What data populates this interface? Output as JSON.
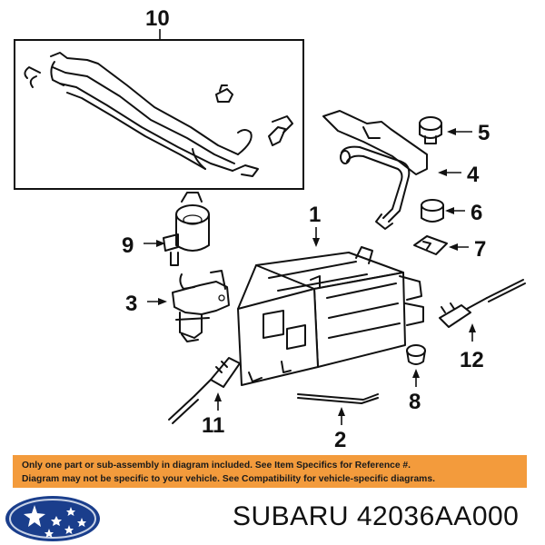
{
  "callouts": {
    "c1": "1",
    "c2": "2",
    "c3": "3",
    "c4": "4",
    "c5": "5",
    "c6": "6",
    "c7": "7",
    "c8": "8",
    "c9": "9",
    "c10": "10",
    "c11": "11",
    "c12": "12"
  },
  "disclaimer": {
    "line1": "Only one part or sub-assembly in diagram included. See Item Specifics for Reference #.",
    "line2": "Diagram may not be specific to your vehicle. See Compatibility for vehicle-specific diagrams."
  },
  "brand": {
    "name": "SUBARU",
    "part_number": "42036AA000"
  },
  "colors": {
    "banner": "#f39b3c",
    "logo_blue": "#1a3e8c",
    "ink": "#111111"
  },
  "icons": {
    "logo": "subaru-star-logo-icon"
  }
}
